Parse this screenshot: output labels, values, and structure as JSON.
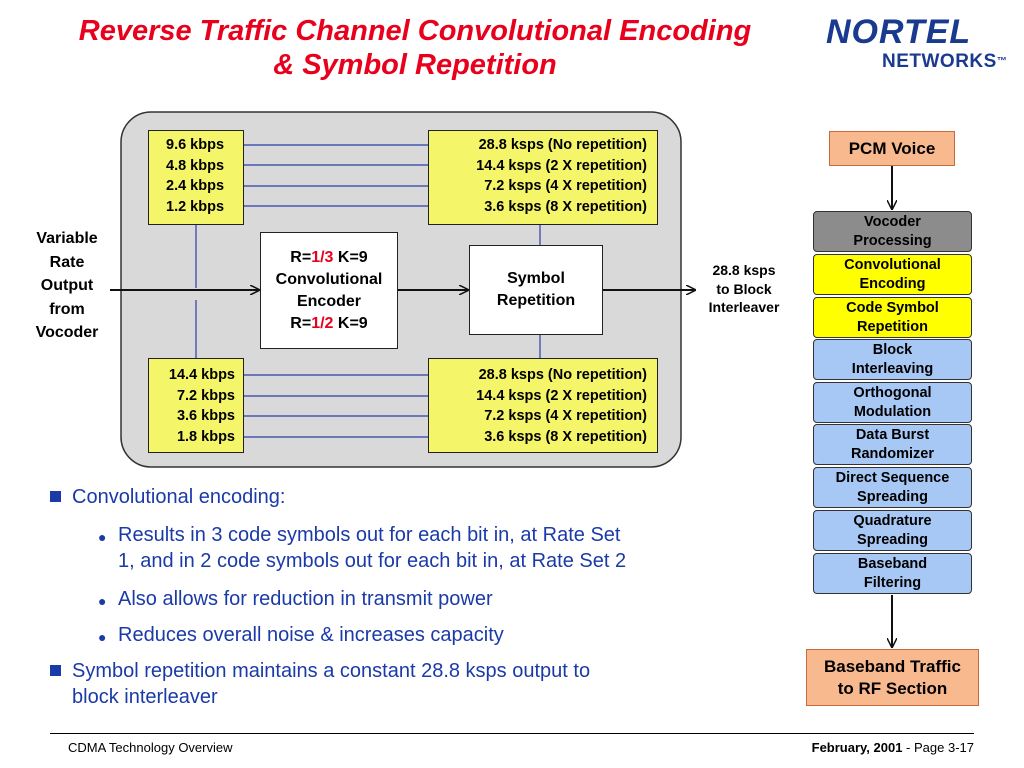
{
  "header": {
    "title_line1": "Reverse Traffic Channel Convolutional Encoding",
    "title_line2": "& Symbol Repetition",
    "logo_top": "NORTEL",
    "logo_bottom": "NETWORKS",
    "logo_tm": "™"
  },
  "diagram": {
    "input_label": [
      "Variable",
      "Rate",
      "Output",
      "from",
      "Vocoder"
    ],
    "rate_set1_in": [
      "9.6 kbps",
      "4.8 kbps",
      "2.4 kbps",
      "1.2 kbps"
    ],
    "rate_set1_out": [
      "28.8 ksps (No repetition)",
      "14.4 ksps (2 X repetition)",
      "7.2 ksps (4 X repetition)",
      "3.6 ksps (8 X repetition)"
    ],
    "rate_set2_in": [
      "14.4 kbps",
      "7.2 kbps",
      "3.6 kbps",
      "1.8 kbps"
    ],
    "rate_set2_out": [
      "28.8 ksps (No repetition)",
      "14.4 ksps (2 X repetition)",
      "7.2 ksps (4 X repetition)",
      "3.6 ksps (8 X repetition)"
    ],
    "encoder": {
      "line1_prefix": "R=",
      "line1_rate": "1/3",
      "line1_suffix": " K=9",
      "line2": "Convolutional",
      "line3": "Encoder",
      "line4_prefix": "R=",
      "line4_rate": "1/2",
      "line4_suffix": " K=9"
    },
    "repetition": {
      "line1": "Symbol",
      "line2": "Repetition"
    },
    "output_label": [
      "28.8 ksps",
      "to Block",
      "Interleaver"
    ]
  },
  "chain": {
    "top": "PCM Voice",
    "steps": [
      {
        "label": [
          "Vocoder",
          "Processing"
        ],
        "style": "gray"
      },
      {
        "label": [
          "Convolutional",
          "Encoding"
        ],
        "style": "yellow"
      },
      {
        "label": [
          "Code Symbol",
          "Repetition"
        ],
        "style": "yellow"
      },
      {
        "label": [
          "Block",
          "Interleaving"
        ],
        "style": "blue"
      },
      {
        "label": [
          "Orthogonal",
          "Modulation"
        ],
        "style": "blue"
      },
      {
        "label": [
          "Data Burst",
          "Randomizer"
        ],
        "style": "blue"
      },
      {
        "label": [
          "Direct Sequence",
          "Spreading"
        ],
        "style": "blue"
      },
      {
        "label": [
          "Quadrature",
          "Spreading"
        ],
        "style": "blue"
      },
      {
        "label": [
          "Baseband",
          "Filtering"
        ],
        "style": "blue"
      }
    ],
    "bottom": [
      "Baseband Traffic",
      "to RF Section"
    ],
    "colors": {
      "gray": "#8c8c8c",
      "yellow": "#ffff00",
      "blue": "#a7c8f5",
      "orange": "#f9b98f"
    }
  },
  "bullets": [
    {
      "level": 1,
      "lines": [
        "Convolutional encoding:"
      ]
    },
    {
      "level": 2,
      "lines": [
        "Results in 3 code symbols out for each bit in, at Rate Set",
        "1, and in 2 code symbols out for each bit in, at Rate Set 2"
      ]
    },
    {
      "level": 2,
      "lines": [
        "Also allows for reduction in transmit power"
      ]
    },
    {
      "level": 2,
      "lines": [
        "Reduces overall noise & increases capacity"
      ]
    },
    {
      "level": 1,
      "lines": [
        "Symbol repetition maintains a constant 28.8 ksps output to",
        "block interleaver"
      ]
    }
  ],
  "footer": {
    "left": "CDMA Technology Overview",
    "date": "February, 2001",
    "separator": " -  ",
    "page": "Page 3-17"
  },
  "colors": {
    "title": "#e8001c",
    "bullet_text": "#1a3aa8",
    "logo": "#1a3a8f",
    "highlight_box": "#f5f56a"
  }
}
